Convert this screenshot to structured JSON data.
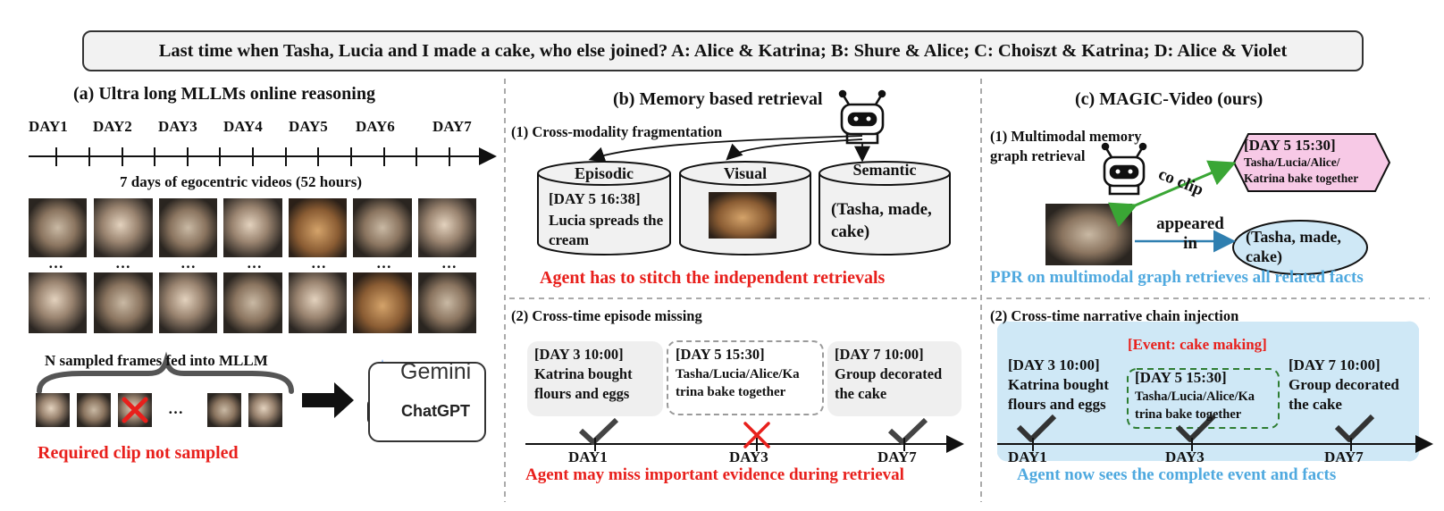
{
  "question": "Last time when Tasha, Lucia and I made a cake, who else joined? A: Alice & Katrina; B: Shure & Alice; C: Choiszt & Katrina; D: Alice & Violet",
  "panel_a": {
    "title": "(a) Ultra long MLLMs online reasoning",
    "days": [
      "DAY1",
      "DAY2",
      "DAY3",
      "DAY4",
      "DAY5",
      "DAY6",
      "DAY7"
    ],
    "videos_label": "7 days of egocentric videos (52 hours)",
    "ellipsis": "…",
    "sampled_label": "N sampled frames fed into MLLM",
    "models": [
      "Gemini",
      "ChatGPT"
    ],
    "warning": "Required clip not sampled"
  },
  "panel_b": {
    "title": "(b) Memory based retrieval",
    "section1": "(1) Cross-modality fragmentation",
    "stores": [
      {
        "name": "Episodic",
        "text": "[DAY 5 16:38] Lucia spreads the cream"
      },
      {
        "name": "Visual",
        "text": ""
      },
      {
        "name": "Semantic",
        "text": "(Tasha, made, cake)"
      }
    ],
    "episodic_time": "[DAY 5 16:38]",
    "episodic_text": "Lucia spreads the cream",
    "semantic_text": "(Tasha, made, cake)",
    "warning1": "Agent has to stitch the independent retrievals",
    "section2": "(2) Cross-time episode missing",
    "events": [
      {
        "time": "[DAY 3 10:00]",
        "text": "Katrina bought flours and eggs"
      },
      {
        "time": "[DAY 5 15:30]",
        "text": "Tasha/Lucia/Alice/Ka trina bake together"
      },
      {
        "time": "[DAY 7 10:00]",
        "text": "Group decorated the cake"
      }
    ],
    "axis_labels": [
      "DAY1",
      "DAY3",
      "DAY7"
    ],
    "warning2": "Agent may miss important evidence during retrieval"
  },
  "panel_c": {
    "title": "(c) MAGIC-Video (ours)",
    "section1": "(1) Multimodal memory graph retrieval",
    "event_node": {
      "time": "[DAY 5 15:30]",
      "text": "Tasha/Lucia/Alice/ Katrina bake together"
    },
    "edge_coclip": "co clip",
    "edge_appeared": "appeared in",
    "entity_node": "(Tasha, made, cake)",
    "note1": "PPR on multimodal graph retrieves all related facts",
    "section2": "(2) Cross-time narrative chain injection",
    "event_tag": "[Event: cake making]",
    "events": [
      {
        "time": "[DAY 3 10:00]",
        "text": "Katrina bought flours and eggs"
      },
      {
        "time": "[DAY 5 15:30]",
        "text": "Tasha/Lucia/Alice/Ka trina bake together"
      },
      {
        "time": "[DAY 7 10:00]",
        "text": "Group decorated the cake"
      }
    ],
    "axis_labels": [
      "DAY1",
      "DAY3",
      "DAY7"
    ],
    "note2": "Agent now sees the complete event and facts"
  },
  "colors": {
    "red": "#e8201c",
    "blue": "#4fa9df",
    "green": "#3aa635",
    "pink": "#f7c9e6",
    "lightblue": "#cfe8f6"
  }
}
